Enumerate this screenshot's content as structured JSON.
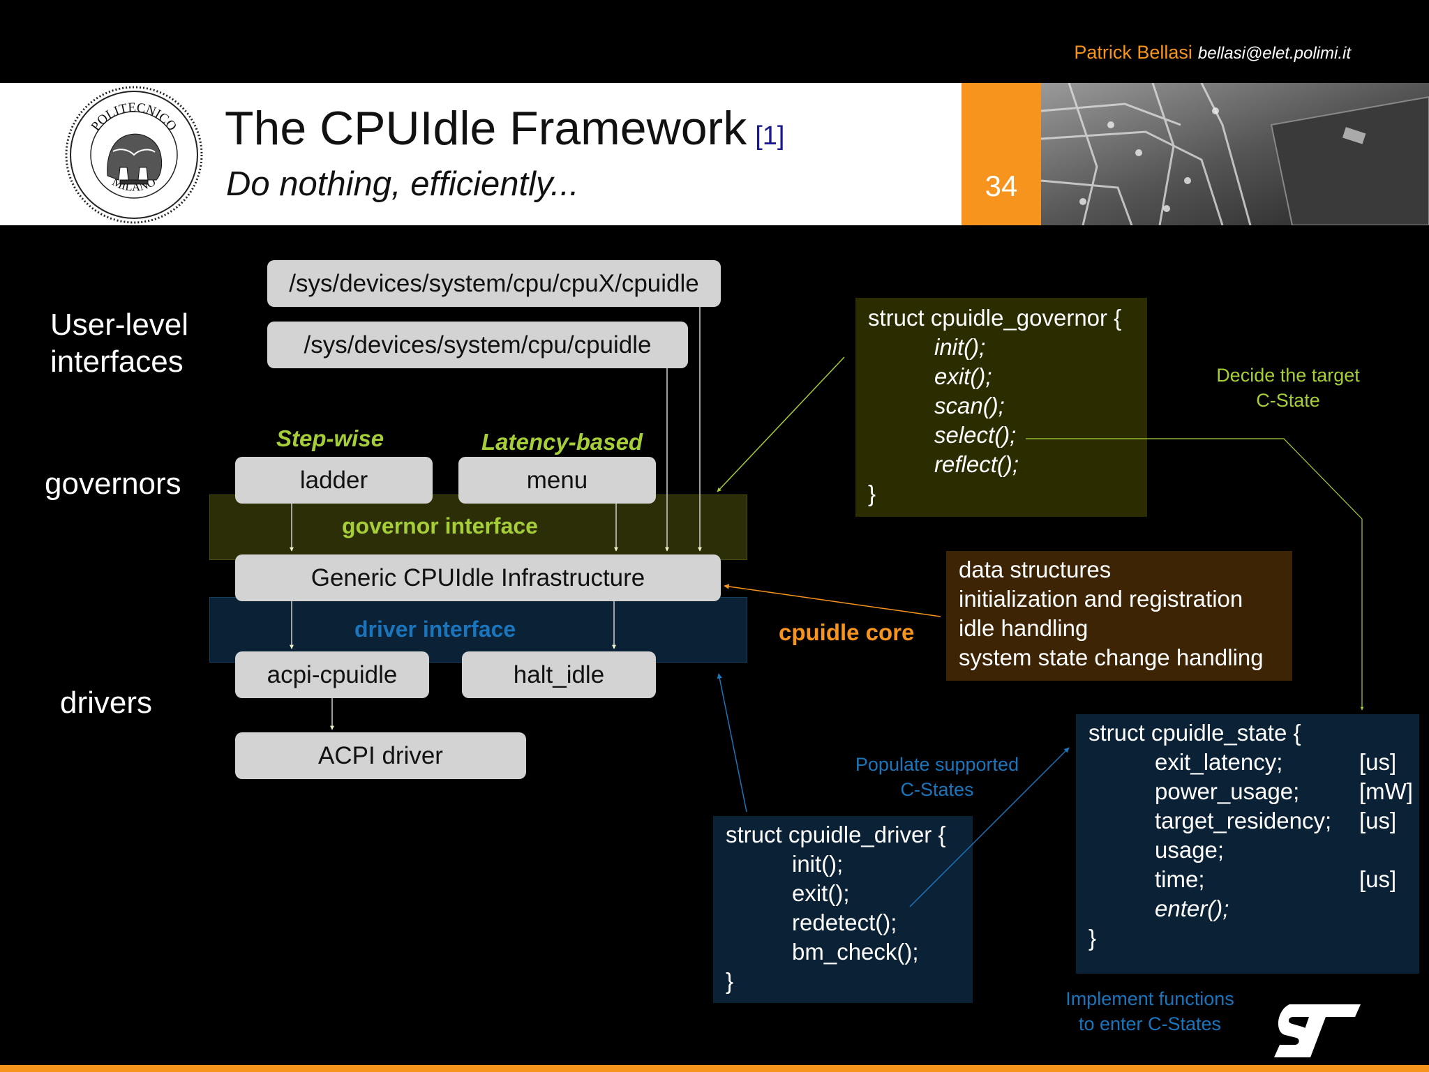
{
  "header": {
    "author_name": "Patrick Bellasi",
    "author_email": "bellasi@elet.polimi.it",
    "title": "The CPUIdle Framework",
    "title_ref": "[1]",
    "subtitle": "Do nothing, efficiently...",
    "page_number": "34",
    "seal_top_text": "POLITECNICO",
    "seal_bottom_text": "MILANO"
  },
  "layers": {
    "user_level": "User-level interfaces",
    "governors": "governors",
    "drivers": "drivers"
  },
  "sysfs": {
    "cpux_path": "/sys/devices/system/cpu/cpuX/cpuidle",
    "cpu_path": "/sys/devices/system/cpu/cpuidle"
  },
  "governors": {
    "stepwise_label": "Step-wise",
    "latency_label": "Latency-based",
    "ladder": "ladder",
    "menu": "menu",
    "interface": "governor interface"
  },
  "core": {
    "infrastructure": "Generic CPUIdle Infrastructure",
    "driver_interface": "driver interface",
    "label": "cpuidle core",
    "features": [
      "data structures",
      "initialization and registration",
      "idle handling",
      "system state change handling"
    ]
  },
  "drivers": {
    "acpi_cpuidle": "acpi-cpuidle",
    "halt_idle": "halt_idle",
    "acpi_driver": "ACPI driver"
  },
  "governor_struct": {
    "header": "struct cpuidle_governor {",
    "methods": [
      "init();",
      "exit();",
      "scan();",
      "select();",
      "reflect();"
    ],
    "close": "}"
  },
  "driver_struct": {
    "header": "struct cpuidle_driver {",
    "methods": [
      "init();",
      "exit();",
      "redetect();",
      "bm_check();"
    ],
    "close": "}"
  },
  "state_struct": {
    "header": "struct cpuidle_state {",
    "fields": [
      {
        "name": "exit_latency;",
        "unit": "[us]"
      },
      {
        "name": "power_usage;",
        "unit": "[mW]"
      },
      {
        "name": "target_residency;",
        "unit": "[us]"
      },
      {
        "name": "usage;",
        "unit": ""
      },
      {
        "name": "time;",
        "unit": "[us]"
      },
      {
        "name": "enter();",
        "unit": ""
      }
    ],
    "close": "}"
  },
  "notes": {
    "decide": [
      "Decide the target",
      "C-State"
    ],
    "populate": [
      "Populate supported",
      "C-States"
    ],
    "implement": [
      "Implement functions",
      "to enter C-States"
    ]
  },
  "colors": {
    "orange": "#f7941d",
    "green": "#a6ce39",
    "blue": "#1b75bc",
    "gray_box": "#d3d3d3",
    "governor_box": "#2b2d00",
    "core_box": "#3d2405",
    "driver_box": "#0b2236"
  }
}
